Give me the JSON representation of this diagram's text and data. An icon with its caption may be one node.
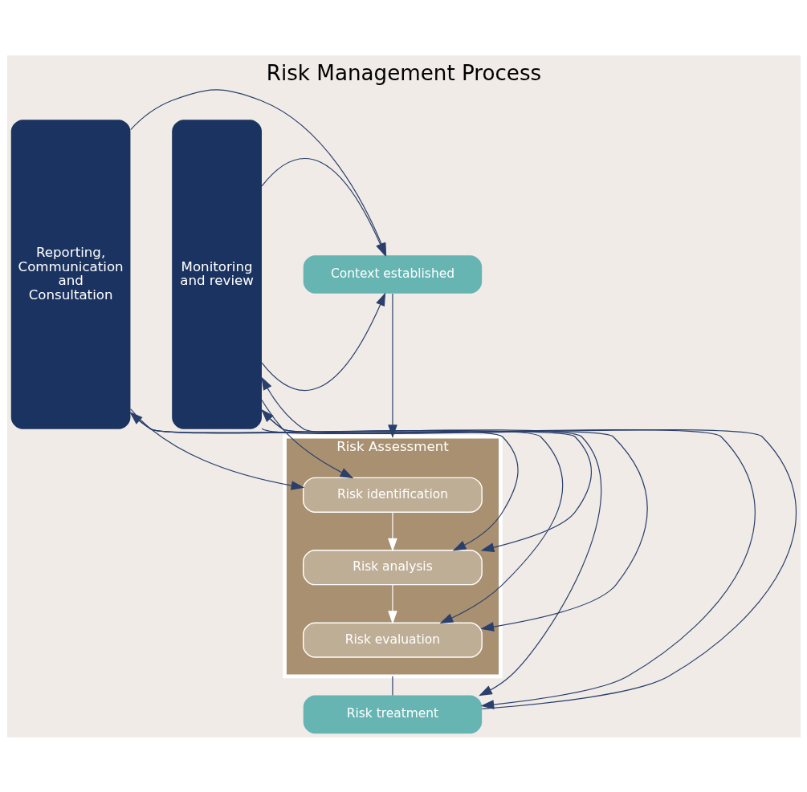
{
  "diagram": {
    "title": "Risk Management Process",
    "nodes": [
      {
        "text": [
          "Reporting, Communication and Consultation"
        ]
      },
      {
        "text": [
          "Context established"
        ]
      },
      {
        "text": [
          "Risk Assessment"
        ]
      },
      {
        "text": [
          "Risk identification"
        ],
        "in": 2
      },
      {
        "text": [
          "Risk analysis"
        ],
        "in": 2
      },
      {
        "text": [
          "Risk evaluation"
        ],
        "in": 2
      },
      {
        "text": [
          "Risk treatment"
        ]
      },
      {
        "text": [
          "Monitoring and review"
        ]
      }
    ],
    "edges": [
      {
        "from": 7,
        "to": 1,
        "arrow": "to"
      },
      {
        "from": 1,
        "to": 2,
        "arrow": "to"
      },
      {
        "from": 3,
        "to": 4,
        "arrow": "to",
        "color": "#ffffff"
      },
      {
        "from": 4,
        "to": 5,
        "arrow": "to",
        "color": "#ffffff"
      },
      {
        "from": 2,
        "to": 6,
        "arrow": "none"
      },
      {
        "from": 6,
        "to": 7,
        "arrow": "to"
      },
      {
        "from": 0,
        "to": 1,
        "arrow": "to"
      },
      {
        "from": 0,
        "to": 3,
        "arrow": "to"
      },
      {
        "from": 0,
        "to": 4,
        "arrow": "both"
      },
      {
        "from": 0,
        "to": 5,
        "arrow": "to"
      },
      {
        "from": 0,
        "to": 6,
        "arrow": "to"
      },
      {
        "from": 7,
        "to": 1,
        "arrow": "to"
      },
      {
        "from": 7,
        "to": 3,
        "arrow": "to"
      },
      {
        "from": 7,
        "to": 4,
        "arrow": "both"
      },
      {
        "from": 7,
        "to": 5,
        "arrow": "to"
      },
      {
        "from": 7,
        "to": 6,
        "arrow": "to"
      }
    ]
  }
}
